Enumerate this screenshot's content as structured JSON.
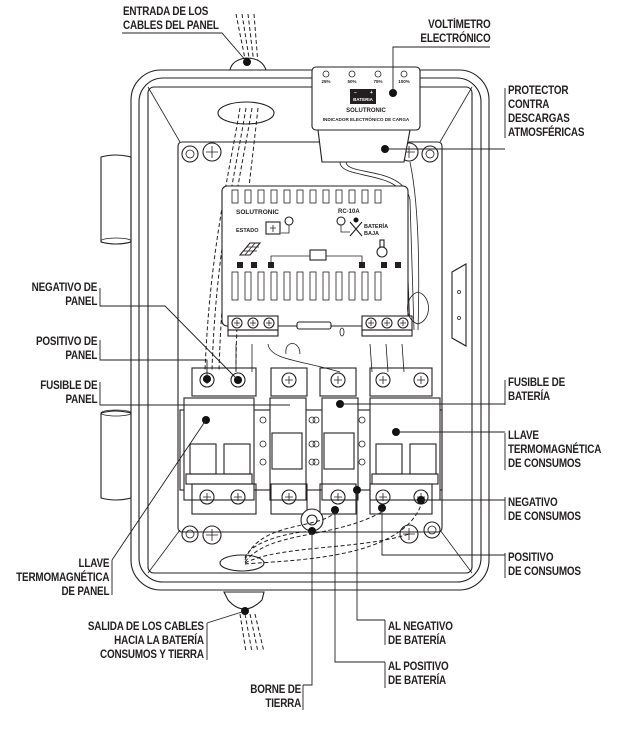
{
  "labels": {
    "entrada_cables": [
      "ENTRADA DE LOS",
      "CABLES DEL PANEL"
    ],
    "voltimetro": [
      "VOLTÍMETRO",
      "ELECTRÓNICO"
    ],
    "protector": [
      "PROTECTOR",
      "CONTRA",
      "DESCARGAS",
      "ATMOSFÉRICAS"
    ],
    "negativo_panel": [
      "NEGATIVO DE",
      "PANEL"
    ],
    "positivo_panel": [
      "POSITIVO DE",
      "PANEL"
    ],
    "fusible_panel": [
      "FUSIBLE DE",
      "PANEL"
    ],
    "fusible_bateria": [
      "FUSIBLE DE",
      "BATERÍA"
    ],
    "llave_consumos": [
      "LLAVE",
      "TERMOMAGNÉTICA",
      "DE CONSUMOS"
    ],
    "negativo_consumos": [
      "NEGATIVO",
      "DE CONSUMOS"
    ],
    "positivo_consumos": [
      "POSITIVO",
      "DE CONSUMOS"
    ],
    "llave_panel": [
      "LLAVE",
      "TERMOMAGNÉTICA",
      "DE PANEL"
    ],
    "salida_cables": [
      "SALIDA DE LOS CABLES",
      "HACIA LA BATERÍA",
      "CONSUMOS Y TIERRA"
    ],
    "al_negativo_bateria": [
      "AL NEGATIVO",
      "DE BATERÍA"
    ],
    "al_positivo_bateria": [
      "AL POSITIVO",
      "DE BATERÍA"
    ],
    "borne_tierra": [
      "BORNE DE",
      "TIERRA"
    ]
  },
  "indicator": {
    "levels": [
      "25%",
      "50%",
      "75%",
      "100%"
    ],
    "battery_label": "BATERIA",
    "brand": "SOLUTRONIC",
    "caption": "INDICADOR ELECTRÓNICO DE CARGA"
  },
  "controller": {
    "brand": "SOLUTRONIC",
    "model": "RC-10A",
    "estado_label": "ESTADO",
    "low_battery_label": [
      "BATERÍA",
      "BAJA"
    ]
  },
  "icons": [
    "solar-panel-icon",
    "battery-icon",
    "light-bulb-icon",
    "screw-icon",
    "led-icon"
  ]
}
